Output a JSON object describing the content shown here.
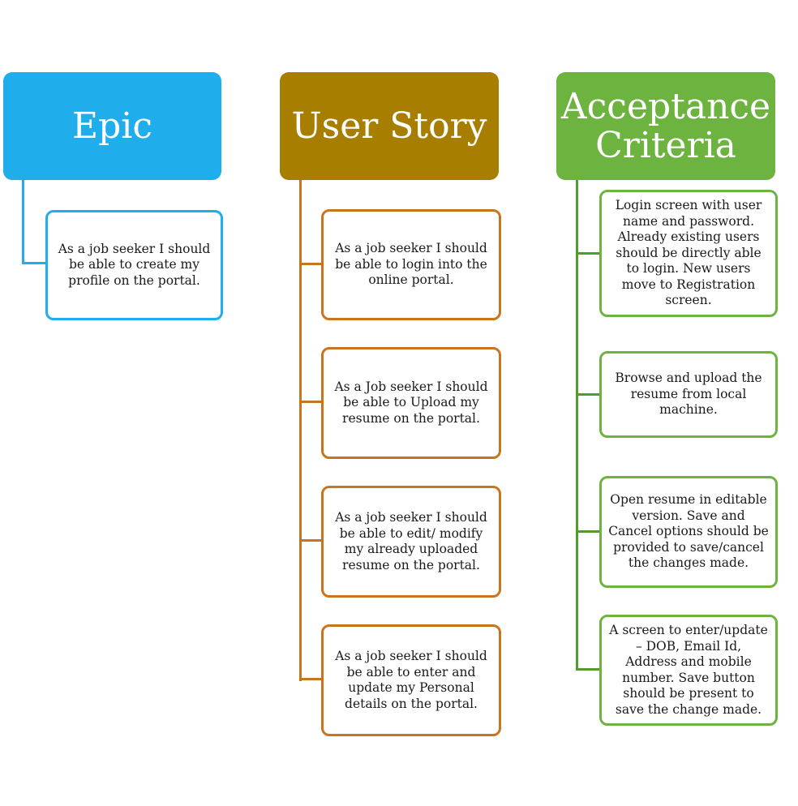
{
  "colors": {
    "epic": "#1FADEB",
    "user_story": "#A77E00",
    "user_story_border": "#C8751F",
    "acceptance": "#6DB33F"
  },
  "columns": {
    "epic": {
      "title": "Epic",
      "items": [
        "As a job seeker I should be able to create my profile on the portal."
      ]
    },
    "user_story": {
      "title": "User Story",
      "items": [
        "As a job seeker I should be able to login into the online portal.",
        "As a Job seeker I should be able to Upload my resume on the portal.",
        "As a job seeker I should be able to edit/ modify my already uploaded resume on the portal.",
        "As a job seeker I should be able to enter and update my Personal details on the portal."
      ]
    },
    "acceptance": {
      "title": "Acceptance Criteria",
      "items": [
        "Login screen with user name and password. Already existing users should be directly able to login. New users move to Registration screen.",
        "Browse and upload the resume from local machine.",
        "Open resume in editable version. Save and Cancel options should be provided to save/cancel the changes made.",
        "A screen to enter/update – DOB, Email Id, Address and mobile number. Save button should be present to save the change made."
      ]
    }
  }
}
